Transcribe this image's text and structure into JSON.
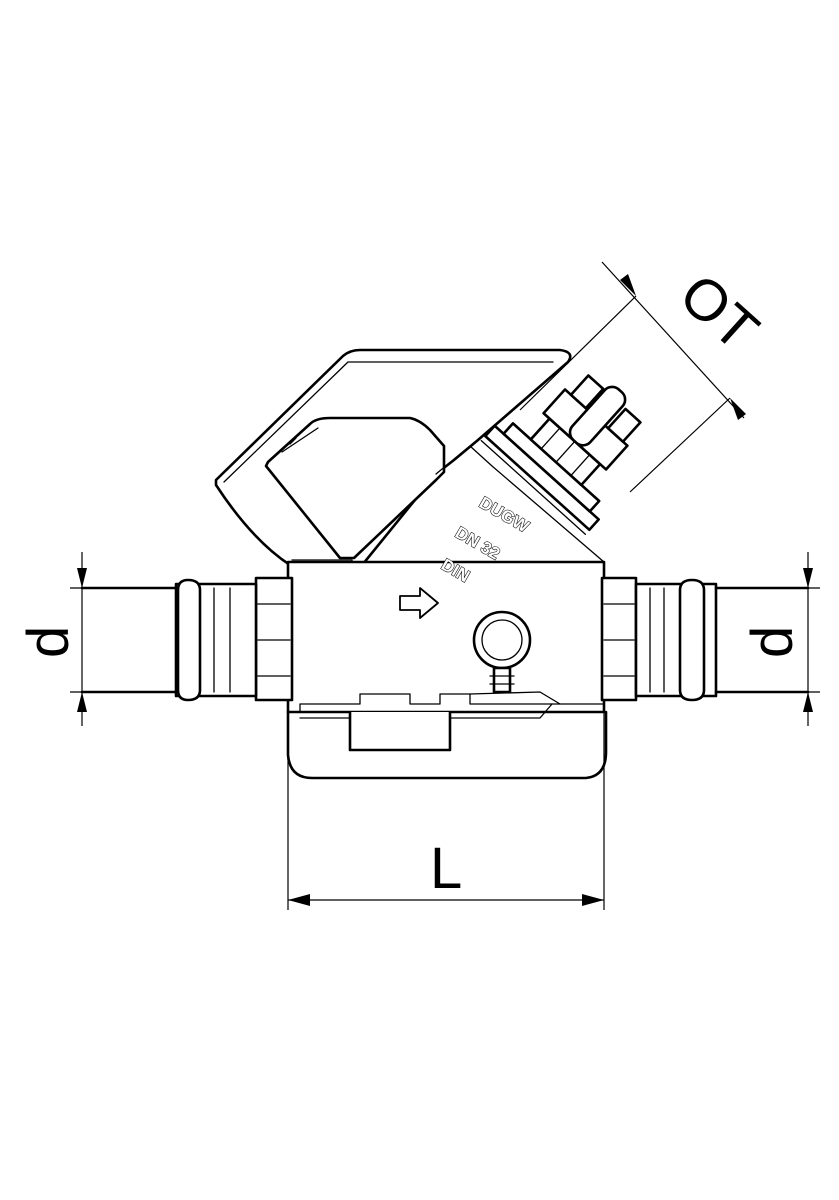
{
  "dimensions": {
    "left_pipe_diameter": "d",
    "right_pipe_diameter": "d",
    "length": "L",
    "top_fitting": "OT"
  },
  "body_markings": {
    "line1": "DUGW",
    "line2": "DN 32",
    "line3": "DIN"
  },
  "icons": [
    "flow-arrow-icon",
    "test-ring-icon"
  ]
}
